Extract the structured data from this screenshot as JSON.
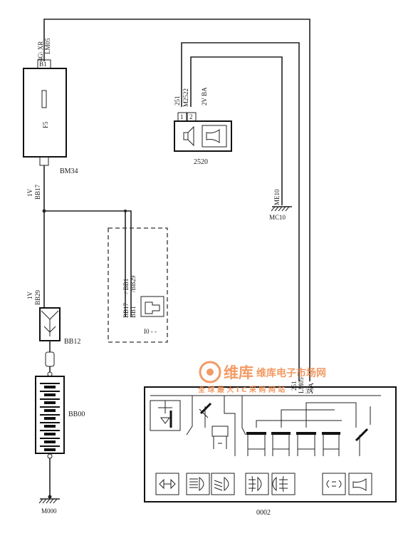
{
  "diagram": {
    "top_wire_label": "4G\\ XR",
    "top_wire_code": "LM05",
    "fuse_box_pin": "B1",
    "fuse_label": "F5",
    "fuse_box_id": "BM34",
    "wire_1v": "1V",
    "wire_bb17": "BB17",
    "wire_1v_lower": "1V",
    "wire_bb29": "BB29",
    "connector_bb12": "BB12",
    "battery_id": "BB00",
    "ground_m000": "M000",
    "horn_wire_251": "251",
    "horn_wire_m2522": "M2522",
    "horn_wire_2vba": "2V BA",
    "horn_pin_1": "1",
    "horn_pin_2": "2",
    "horn_id": "2520",
    "ground_wire_me10": "ME10",
    "ground_mc10": "MC10",
    "diag_bb17": "BB17",
    "diag_bb1": "BB1",
    "diag_slash_bb1": "/ BB1",
    "diag_slash_bb29": "/BB29",
    "diag_id": "I0 - -",
    "switch_id": "0002",
    "switch_wire_251": "251",
    "switch_wire_lm05": "LM05",
    "switch_wire_5a": "5A",
    "switch_wire_3a": "3A",
    "watermark_cn": "维库电子市场网",
    "watermark_sub": "全 球 最 大 I C 采 购 网 站",
    "watermark_logo": "维库"
  }
}
